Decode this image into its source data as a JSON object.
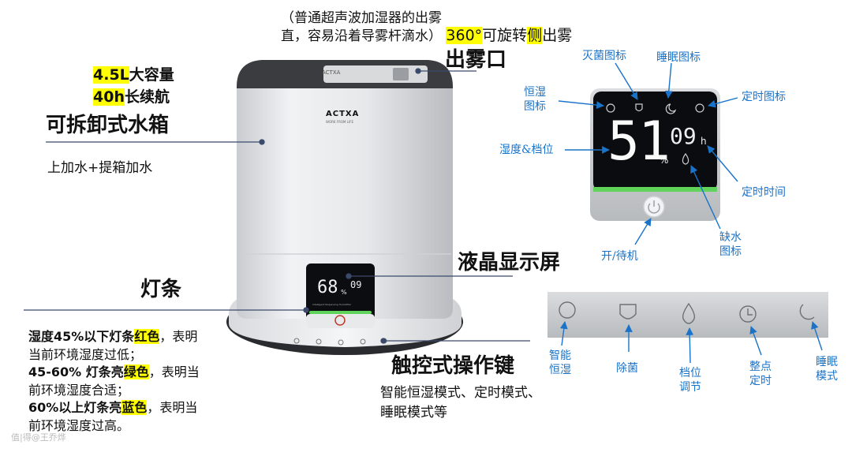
{
  "top_note": {
    "line1": "（普通超声波加湿器的出雾",
    "line2": "直，容易沿着导雾杆滴水）",
    "highlight_a": "360°",
    "rotate_text": "可旋转",
    "highlight_b": "侧",
    "end": "出雾"
  },
  "mist_outlet": "出雾口",
  "capacity": "4.5L",
  "capacity_suffix": "大容量",
  "runtime": "40h",
  "runtime_suffix": "长续航",
  "tank_title": "可拆卸式水箱",
  "tank_desc": "上加水+提箱加水",
  "display_title": "液晶显示屏",
  "lightbar_title": "灯条",
  "touch_title": "触控式操作键",
  "touch_desc_1": "智能恒湿模式、定时模式、",
  "touch_desc_2": "睡眠模式等",
  "light_desc": {
    "l1_a": "湿度45%以下灯条",
    "l1_hl": "红色",
    "l1_b": "，表明",
    "l2": "当前环境湿度过低；",
    "l3_a": "45-60% 灯条亮",
    "l3_hl": "绿色",
    "l3_b": "，表明当",
    "l4": "前环境湿度合适；",
    "l5_a": "60%以上灯条亮",
    "l5_hl": "蓝色",
    "l5_b": "，表明当",
    "l6": "前环境湿度过高。"
  },
  "device": {
    "brand": "ACTXA",
    "brand_sub": "WORK FROM LIFE",
    "top_label": "ACTXA",
    "humidity": "68",
    "timer": "09",
    "percent": "%",
    "display_caption": "Intelligent Dispensing Humidifier"
  },
  "panel": {
    "humidity": "51",
    "percent": "%",
    "timer": "09",
    "hour": "h",
    "labels": {
      "sterilize": "灭菌图标",
      "sleep": "睡眠图标",
      "constant_1": "恒湿",
      "constant_2": "图标",
      "timer_icon": "定时图标",
      "hum_level": "湿度&档位",
      "timer_time": "定时时间",
      "no_water_1": "缺水",
      "no_water_2": "图标",
      "power": "开/待机"
    }
  },
  "buttons": {
    "smart_1": "智能",
    "smart_2": "恒湿",
    "bacteria": "除菌",
    "gear_1": "档位",
    "gear_2": "调节",
    "hour_1": "整点",
    "hour_2": "定时",
    "sleep_1": "睡眠",
    "sleep_2": "模式"
  },
  "watermark": "值|得@王乔烨",
  "colors": {
    "highlight": "#ffff00",
    "callout": "#1a73c8",
    "green_bar": "#5fd35a"
  }
}
